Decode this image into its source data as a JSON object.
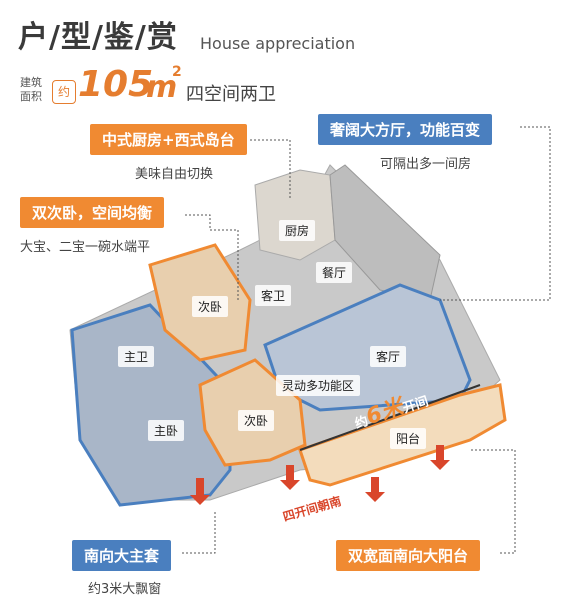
{
  "header": {
    "title_cn": "户/型/鉴/赏",
    "title_en": "House appreciation"
  },
  "area": {
    "label": "建筑面积",
    "approx": "约",
    "value": "105",
    "unit": "m",
    "unit_sup": "2",
    "layout": "四空间两卫"
  },
  "features": [
    {
      "title": "中式厨房+西式岛台",
      "sub": "美味自由切换",
      "color": "#f08a32"
    },
    {
      "title": "奢阔大方厅，功能百变",
      "sub": "可隔出多一间房",
      "color": "#4a7fbf"
    },
    {
      "title": "双次卧，空间均衡",
      "sub": "大宝、二宝一碗水端平",
      "color": "#f08a32"
    },
    {
      "title": "南向大主套",
      "sub": "约3米大飘窗",
      "color": "#4a7fbf"
    },
    {
      "title": "双宽面南向大阳台",
      "sub": "",
      "color": "#f08a32"
    }
  ],
  "rooms": {
    "kitchen": "厨房",
    "dining": "餐厅",
    "guest_bath": "客卫",
    "bedroom2_top": "次卧",
    "master_bath": "主卫",
    "living": "客厅",
    "multi": "灵动多功能区",
    "bedroom2_bottom": "次卧",
    "master_bed": "主卧",
    "balcony": "阳台"
  },
  "annotations": {
    "span_prefix": "约",
    "span_num": "6米",
    "span_suffix": "开间",
    "south": "四开间朝南"
  }
}
